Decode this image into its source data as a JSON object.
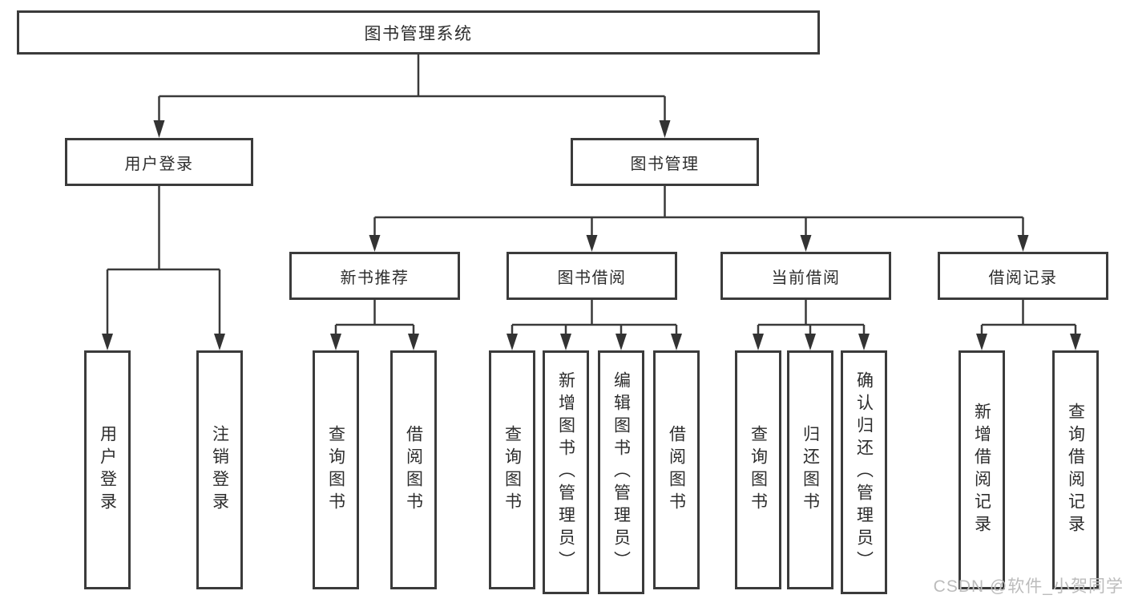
{
  "diagram": {
    "colors": {
      "line": "#3a3a3a",
      "box_border": "#3b3b3b",
      "text": "#2d2d2d",
      "watermark": "#bcbcbc",
      "background": "#ffffff"
    },
    "tree": {
      "root": {
        "label": "图书管理系统"
      },
      "branches": [
        {
          "label": "用户登录",
          "children": [
            {
              "label": "用户登录"
            },
            {
              "label": "注销登录"
            }
          ]
        },
        {
          "label": "图书管理",
          "children": [
            {
              "label": "新书推荐",
              "children": [
                {
                  "label": "查询图书"
                },
                {
                  "label": "借阅图书"
                }
              ]
            },
            {
              "label": "图书借阅",
              "children": [
                {
                  "label": "查询图书"
                },
                {
                  "label": "新增图书（管理员）"
                },
                {
                  "label": "编辑图书（管理员）"
                },
                {
                  "label": "借阅图书"
                }
              ]
            },
            {
              "label": "当前借阅",
              "children": [
                {
                  "label": "查询图书"
                },
                {
                  "label": "归还图书"
                },
                {
                  "label": "确认归还（管理员）"
                }
              ]
            },
            {
              "label": "借阅记录",
              "children": [
                {
                  "label": "新增借阅记录"
                },
                {
                  "label": "查询借阅记录"
                }
              ]
            }
          ]
        }
      ]
    },
    "watermark": {
      "text": "CSDN @软件_小贺同学"
    }
  }
}
